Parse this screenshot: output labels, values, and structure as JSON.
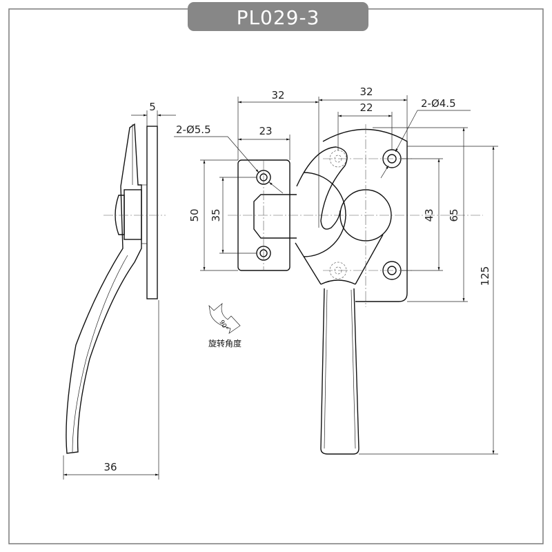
{
  "title": "PL029-3",
  "colors": {
    "badge": "#878787",
    "frame": "#7a7a7a",
    "line": "#111111"
  },
  "dimensions": {
    "plate_thickness": "5",
    "strike_hole_spec": "2-Ø5.5",
    "strike_width_outer": "32",
    "strike_width_inner": "23",
    "body_width_outer": "32",
    "body_hole_spacing": "22",
    "body_hole_spec": "2-Ø4.5",
    "strike_height": "50",
    "strike_hole_spacing": "35",
    "body_hole_vertical": "43",
    "body_height": "65",
    "total_height": "125",
    "handle_depth": "36"
  },
  "rotation": {
    "angle": "90°",
    "label": "旋转角度",
    "icon": "rotation-arrow-icon"
  }
}
